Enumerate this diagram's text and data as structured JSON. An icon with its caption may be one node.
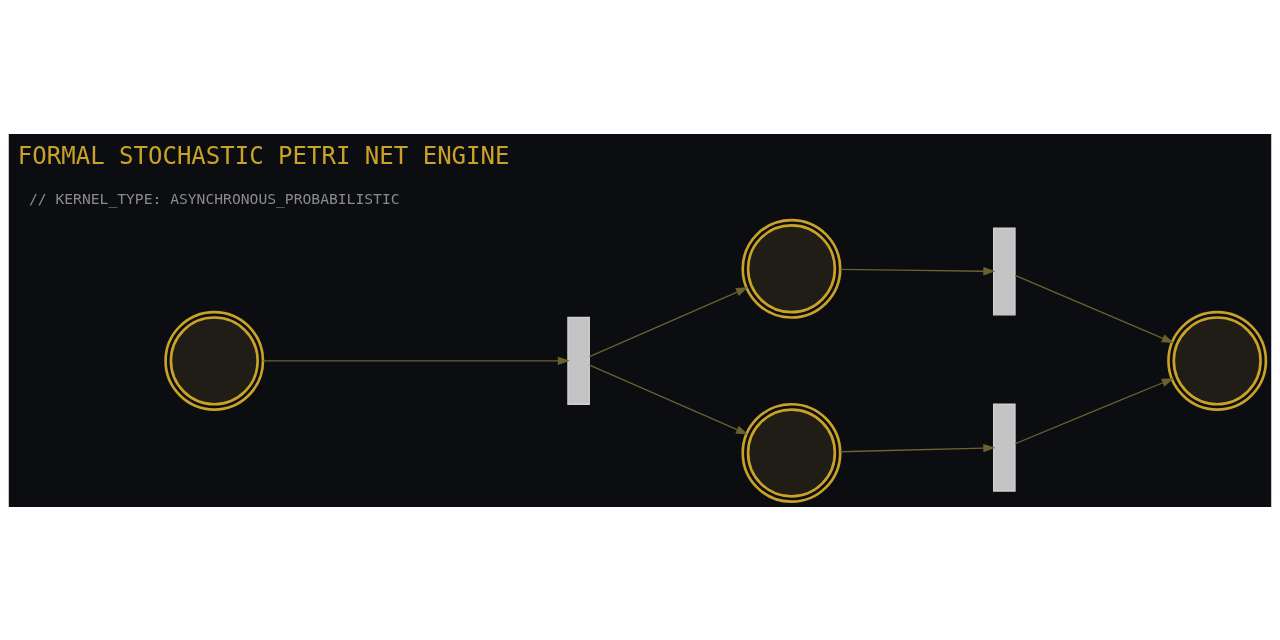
{
  "diagram": {
    "title": "FORMAL STOCHASTIC PETRI NET ENGINE",
    "nodes": [
      {
        "text": [],
        "shape": "circle"
      },
      {
        "text": [],
        "shape": "bar"
      },
      {
        "text": [],
        "shape": "circle"
      },
      {
        "text": [],
        "shape": "circle"
      },
      {
        "text": [],
        "shape": "bar"
      },
      {
        "text": [],
        "shape": "bar"
      },
      {
        "text": [],
        "shape": "circle"
      }
    ],
    "edges": [
      {
        "from": 0,
        "to": 1,
        "arrow": "to"
      },
      {
        "from": 1,
        "to": 2,
        "arrow": "to"
      },
      {
        "from": 1,
        "to": 3,
        "arrow": "to"
      },
      {
        "from": 2,
        "to": 4,
        "arrow": "to"
      },
      {
        "from": 3,
        "to": 5,
        "arrow": "to"
      },
      {
        "from": 4,
        "to": 6,
        "arrow": "to"
      },
      {
        "from": 5,
        "to": 6,
        "arrow": "to"
      }
    ],
    "labels": [
      "// KERNEL_TYPE: ASYNCHRONOUS_PROBABILISTIC"
    ]
  }
}
